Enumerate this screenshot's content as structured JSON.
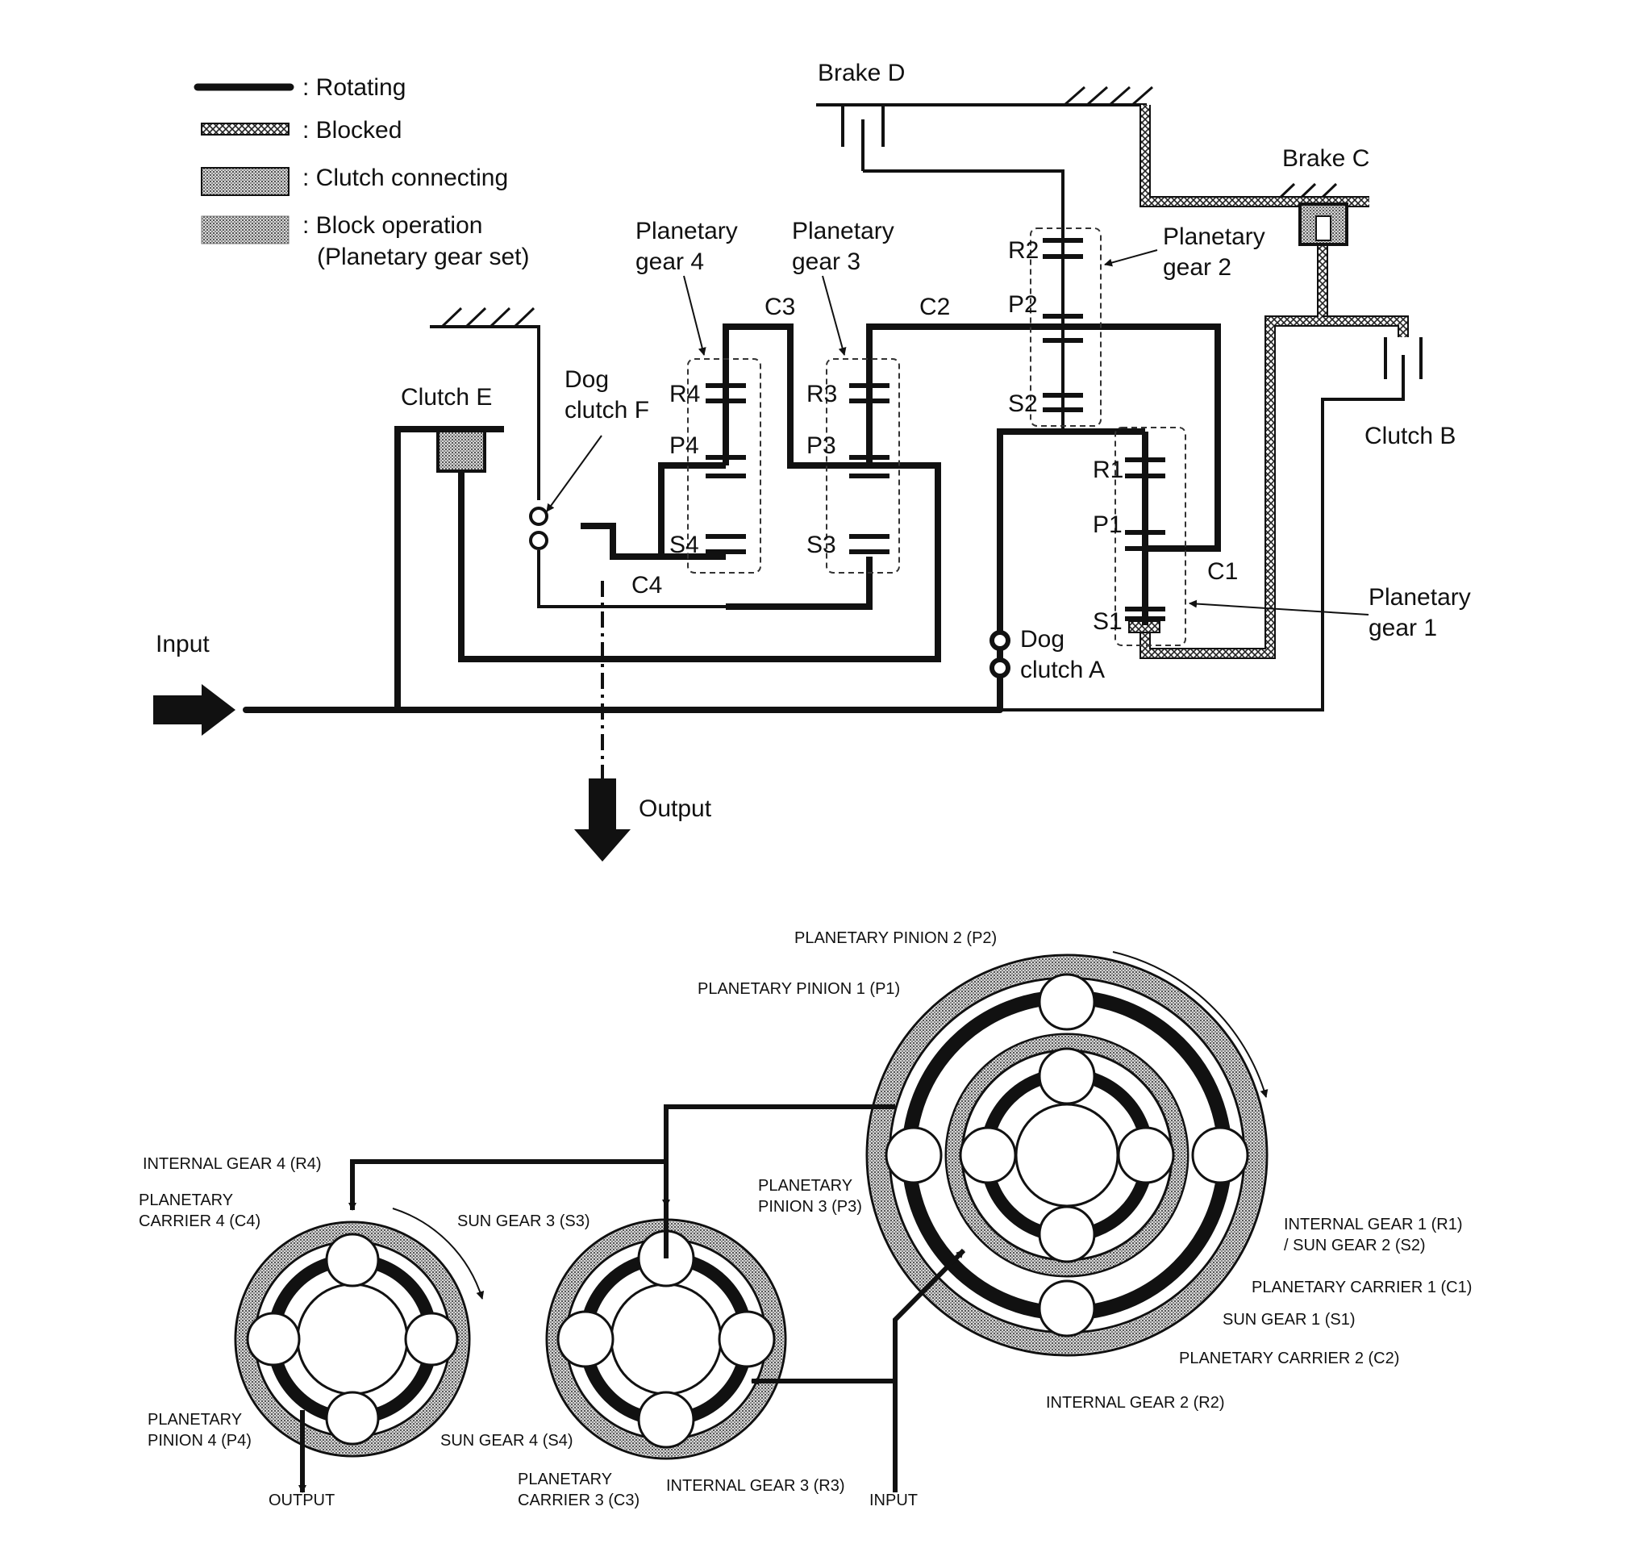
{
  "legend": {
    "rotating": ": Rotating",
    "blocked": ": Blocked",
    "clutch_connecting": ": Clutch connecting",
    "block_operation_1": ": Block operation",
    "block_operation_2": "(Planetary gear set)"
  },
  "schematic": {
    "brake_d": "Brake D",
    "brake_c": "Brake C",
    "clutch_b": "Clutch B",
    "clutch_e": "Clutch E",
    "dog_clutch_f_1": "Dog",
    "dog_clutch_f_2": "clutch F",
    "dog_clutch_a_1": "Dog",
    "dog_clutch_a_2": "clutch A",
    "pg4_1": "Planetary",
    "pg4_2": "gear 4",
    "pg3_1": "Planetary",
    "pg3_2": "gear 3",
    "pg2_1": "Planetary",
    "pg2_2": "gear 2",
    "pg1_1": "Planetary",
    "pg1_2": "gear 1",
    "c1": "C1",
    "c2": "C2",
    "c3": "C3",
    "c4": "C4",
    "r1": "R1",
    "r2": "R2",
    "r3": "R3",
    "r4": "R4",
    "p1": "P1",
    "p2": "P2",
    "p3": "P3",
    "p4": "P4",
    "s1": "S1",
    "s2": "S2",
    "s3": "S3",
    "s4": "S4",
    "input": "Input",
    "output": "Output"
  },
  "views": {
    "internal_gear_4": "INTERNAL GEAR 4 (R4)",
    "carrier_4_1": "PLANETARY",
    "carrier_4_2": "CARRIER 4 (C4)",
    "pinion_4_1": "PLANETARY",
    "pinion_4_2": "PINION 4 (P4)",
    "sun_gear_4": "SUN GEAR 4 (S4)",
    "output": "OUTPUT",
    "sun_gear_3": "SUN GEAR 3 (S3)",
    "pinion_3_1": "PLANETARY",
    "pinion_3_2": "PINION 3 (P3)",
    "carrier_3_1": "PLANETARY",
    "carrier_3_2": "CARRIER 3 (C3)",
    "internal_gear_3": "INTERNAL GEAR 3 (R3)",
    "input": "INPUT",
    "pinion_2": "PLANETARY PINION 2 (P2)",
    "pinion_1": "PLANETARY PINION 1 (P1)",
    "internal_gear_1_1": "INTERNAL GEAR 1 (R1)",
    "internal_gear_1_2": "/ SUN GEAR 2 (S2)",
    "carrier_1": "PLANETARY CARRIER 1 (C1)",
    "sun_gear_1": "SUN GEAR 1 (S1)",
    "carrier_2": "PLANETARY CARRIER 2 (C2)",
    "internal_gear_2": "INTERNAL GEAR 2 (R2)"
  }
}
